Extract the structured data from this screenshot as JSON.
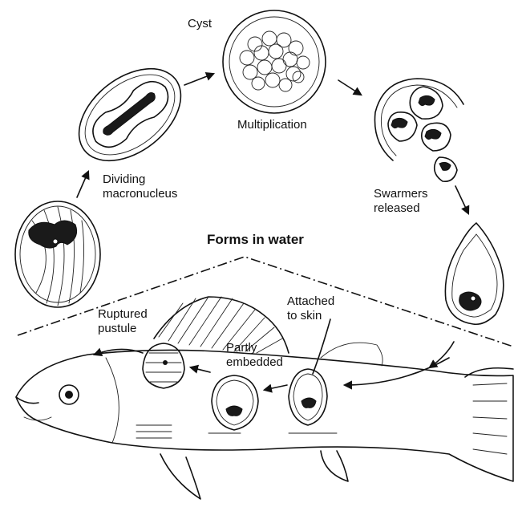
{
  "labels": {
    "cyst": "Cyst",
    "multiplication": "Multiplication",
    "dividing_line1": "Dividing",
    "dividing_line2": "macronucleus",
    "swarmers_line1": "Swarmers",
    "swarmers_line2": "released",
    "forms_in_water": "Forms in water",
    "ruptured_line1": "Ruptured",
    "ruptured_line2": "pustule",
    "attached_line1": "Attached",
    "attached_line2": "to skin",
    "partly_line1": "Partly",
    "partly_line2": "embedded"
  },
  "colors": {
    "ink": "#111111",
    "background": "#ffffff"
  }
}
